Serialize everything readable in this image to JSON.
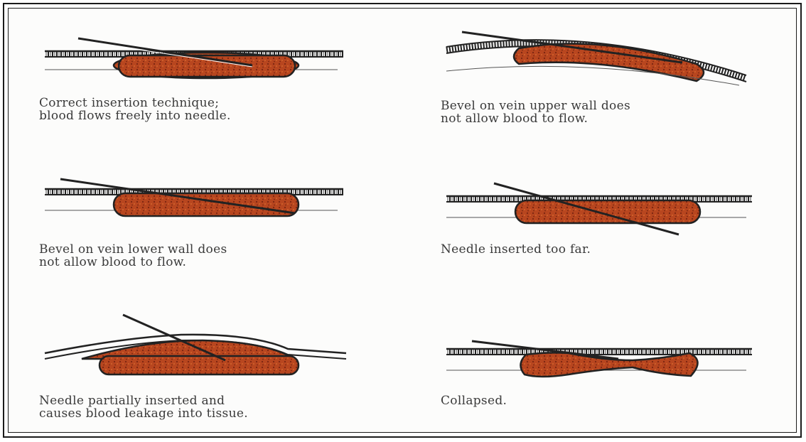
{
  "colors": {
    "blood": "#b8461f",
    "blood_dark": "#7a2410",
    "ink": "#222222",
    "paper": "#fcfcfb"
  },
  "panels": [
    {
      "id": "correct",
      "caption": [
        "Correct insertion technique;",
        "blood flows freely into needle."
      ]
    },
    {
      "id": "bevel-upper",
      "caption": [
        "Bevel on vein upper wall does",
        "not allow blood to flow."
      ]
    },
    {
      "id": "bevel-lower",
      "caption": [
        "Bevel on vein lower wall does",
        "not allow blood to flow."
      ]
    },
    {
      "id": "too-far",
      "caption": [
        "Needle inserted too far."
      ]
    },
    {
      "id": "partial",
      "caption": [
        "Needle partially inserted and",
        "causes blood leakage into tissue."
      ]
    },
    {
      "id": "collapsed",
      "caption": [
        "Collapsed."
      ]
    }
  ]
}
